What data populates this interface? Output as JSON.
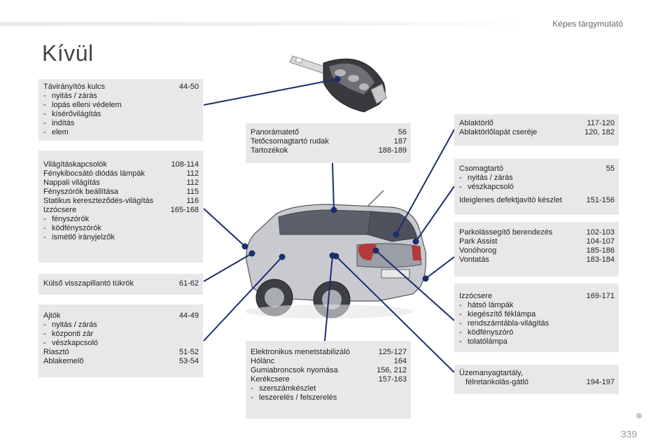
{
  "header": {
    "section_label": "Képes tárgymutató"
  },
  "title": "Kívül",
  "boxes": {
    "b1": [
      {
        "text": "Távirányítós kulcs",
        "page": "44-50"
      },
      {
        "sub": "nyitás / zárás"
      },
      {
        "sub": "lopás elleni védelem"
      },
      {
        "sub": "kísérővilágítás"
      },
      {
        "sub": "indítás"
      },
      {
        "sub": "elem"
      }
    ],
    "b2": [
      {
        "text": "Világításkapcsolók",
        "page": "108-114"
      },
      {
        "text": "Fénykibocsátó diódás lámpák",
        "page": "112"
      },
      {
        "text": "Nappali világítás",
        "page": "112"
      },
      {
        "text": "Fényszórók beállítása",
        "page": "115"
      },
      {
        "text": "Statikus kereszteződés-világítás",
        "page": "116"
      },
      {
        "text": "Izzócsere",
        "page": "165-168"
      },
      {
        "sub": "fényszórók"
      },
      {
        "sub": "ködfényszórók"
      },
      {
        "sub": "ismétlő irányjelzők"
      }
    ],
    "b3": [
      {
        "text": "Külső visszapillantó tükrök",
        "page": "61-62"
      }
    ],
    "b4": [
      {
        "text": "Ajtók",
        "page": "44-49"
      },
      {
        "sub": "nyitás / zárás"
      },
      {
        "sub": "központi zár"
      },
      {
        "sub": "vészkapcsoló"
      },
      {
        "text": "Riasztó",
        "page": "51-52"
      },
      {
        "text": "Ablakemelő",
        "page": "53-54"
      }
    ],
    "b5": [
      {
        "text": "Panorámatető",
        "page": "56"
      },
      {
        "text": "Tetőcsomagtartó rudak",
        "page": "187"
      },
      {
        "text": "Tartozékok",
        "page": "188-189"
      }
    ],
    "b6": [
      {
        "text": "Elektronikus menetstabilizáló",
        "page": "125-127"
      },
      {
        "text": "Hólánc",
        "page": "164"
      },
      {
        "text": "Gumiabroncsok nyomása",
        "page": "156, 212"
      },
      {
        "text": "Kerékcsere",
        "page": "157-163"
      },
      {
        "sub": "szerszámkészlet"
      },
      {
        "sub": "leszerelés / felszerelés"
      }
    ],
    "b7": [
      {
        "text": "Ablaktörlő",
        "page": "117-120"
      },
      {
        "text": "Ablaktörlőlapát cseréje",
        "page": "120, 182"
      }
    ],
    "b8": [
      {
        "text": "Csomagtartó",
        "page": "55"
      },
      {
        "sub": "nyitás / zárás"
      },
      {
        "sub": "vészkapcsoló"
      },
      {
        "gap": true
      },
      {
        "text": "Ideiglenes defektjavító készlet",
        "page": "151-156"
      }
    ],
    "b9": [
      {
        "text": "Parkolássegítő berendezés",
        "page": "102-103"
      },
      {
        "text": "Park Assist",
        "page": "104-107"
      },
      {
        "text": "Vonóhorog",
        "page": "185-186"
      },
      {
        "text": "Vontatás",
        "page": "183-184"
      }
    ],
    "b10": [
      {
        "text": "Izzócsere",
        "page": "169-171"
      },
      {
        "sub": "hátsó lámpák"
      },
      {
        "sub": "kiegészítő féklámpa"
      },
      {
        "sub": "rendszámtábla-világítás"
      },
      {
        "sub": "ködfényszóró"
      },
      {
        "sub": "tolatólámpa"
      }
    ],
    "b11": [
      {
        "text": "Üzemanyagtartály,",
        "page": ""
      },
      {
        "text": "   félretankolás-gátló",
        "page": "194-197"
      }
    ]
  },
  "page_number": "339",
  "colors": {
    "leader_line": "#1c2e6b",
    "box_bg": "#e8e8ea"
  }
}
